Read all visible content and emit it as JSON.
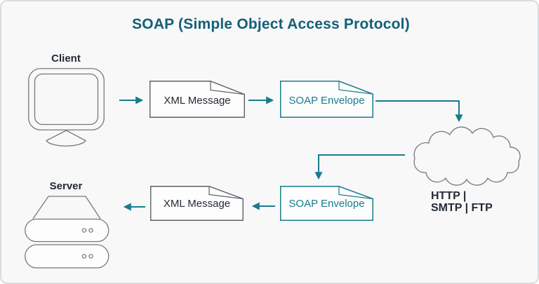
{
  "title": "SOAP (Simple Object Access Protocol)",
  "colors": {
    "bg": "#f8f8f9",
    "frame-border": "#dadcde",
    "teal": "#187c8c",
    "title-teal": "#136078",
    "ink": "#232b36",
    "line-gray": "#74787d",
    "doc-gray": "#5b6066",
    "shape-fill": "#fdfdfd"
  },
  "nodes": {
    "client": {
      "label": "Client"
    },
    "server": {
      "label": "Server"
    },
    "xml_request": {
      "label": "XML Message"
    },
    "soap_request": {
      "label": "SOAP Envelope"
    },
    "xml_response": {
      "label": "XML Message"
    },
    "soap_response": {
      "label": "SOAP Envelope"
    },
    "transport": {
      "line1": "HTTP |",
      "line2": "SMTP | FTP"
    }
  }
}
